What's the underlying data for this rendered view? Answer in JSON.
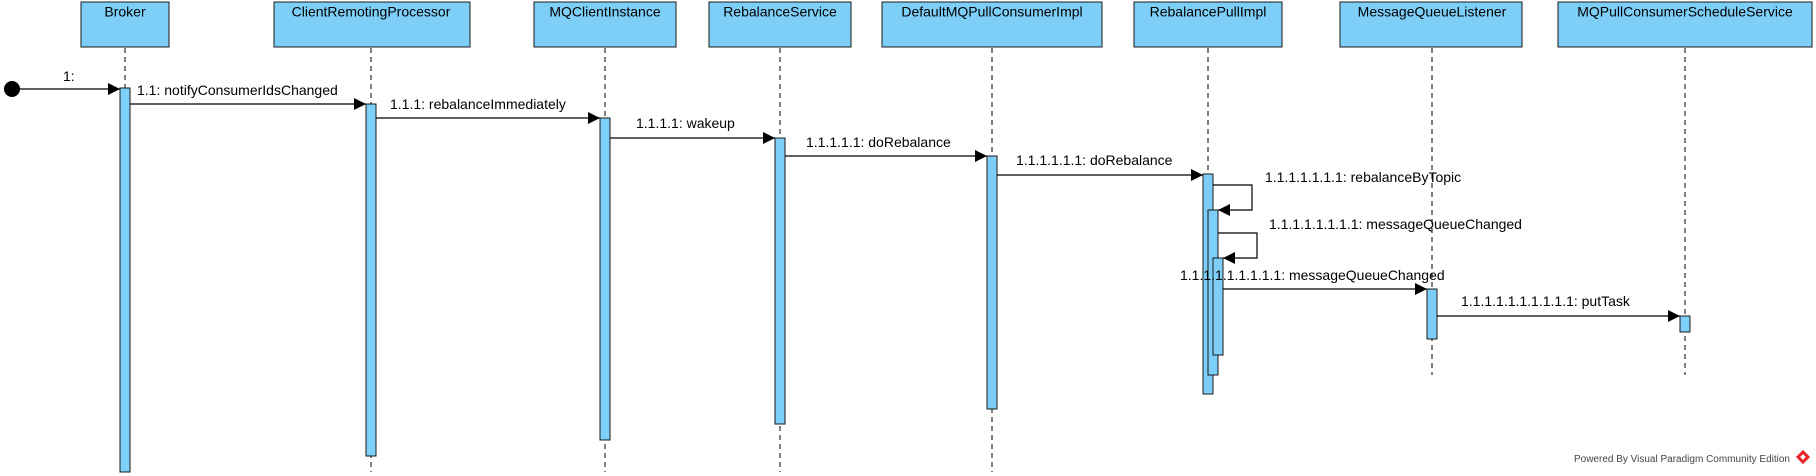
{
  "lifelines": [
    "Broker",
    "ClientRemotingProcessor",
    "MQClientInstance",
    "RebalanceService",
    "DefaultMQPullConsumerImpl",
    "RebalancePullImpl",
    "MessageQueueListener",
    "MQPullConsumerScheduleService"
  ],
  "messages": [
    "1:",
    "1.1: notifyConsumerIdsChanged",
    "1.1.1: rebalanceImmediately",
    "1.1.1.1: wakeup",
    "1.1.1.1.1: doRebalance",
    "1.1.1.1.1.1: doRebalance",
    "1.1.1.1.1.1.1: rebalanceByTopic",
    "1.1.1.1.1.1.1.1: messageQueueChanged",
    "1.1.1.1.1.1.1.1.1: messageQueueChanged",
    "1.1.1.1.1.1.1.1.1.1: putTask"
  ],
  "footer": "Powered By Visual Paradigm Community Edition",
  "colors": {
    "lifeline_fill": "#7ecff7",
    "stroke": "#1a1a1a",
    "logo": "#e8242b"
  }
}
